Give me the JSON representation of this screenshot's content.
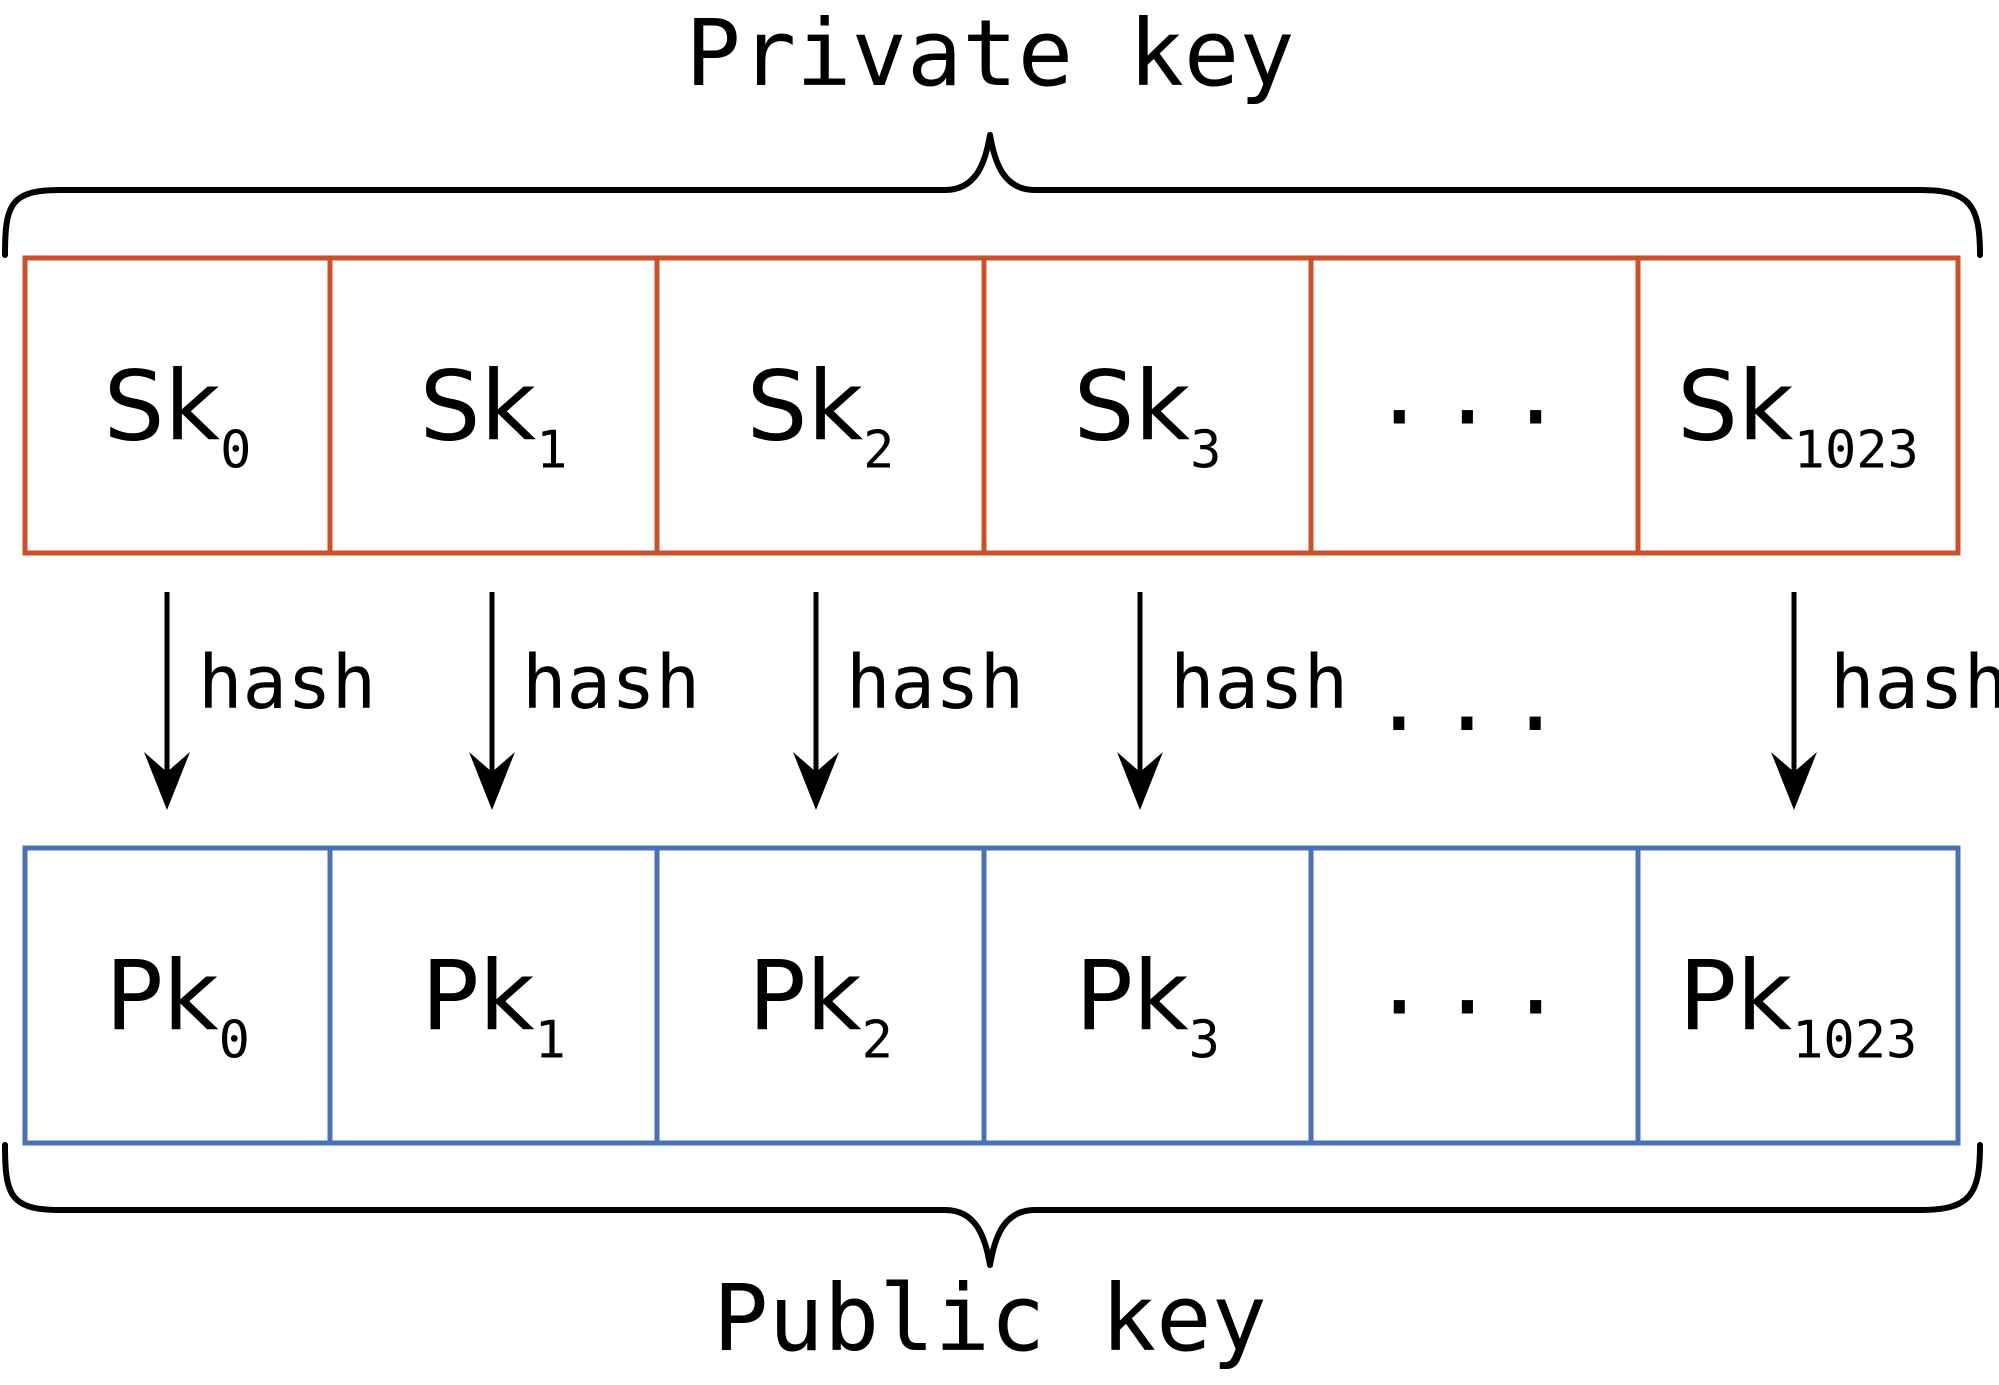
{
  "private_key": {
    "label": "Private key",
    "border_color": "#C8502A",
    "cells": [
      {
        "base": "Sk",
        "sub": "0"
      },
      {
        "base": "Sk",
        "sub": "1"
      },
      {
        "base": "Sk",
        "sub": "2"
      },
      {
        "base": "Sk",
        "sub": "3"
      },
      {
        "ellipsis": "..."
      },
      {
        "base": "Sk",
        "sub": "1023"
      }
    ]
  },
  "public_key": {
    "label": "Public key",
    "border_color": "#4A72B5",
    "cells": [
      {
        "base": "Pk",
        "sub": "0"
      },
      {
        "base": "Pk",
        "sub": "1"
      },
      {
        "base": "Pk",
        "sub": "2"
      },
      {
        "base": "Pk",
        "sub": "3"
      },
      {
        "ellipsis": "..."
      },
      {
        "base": "Pk",
        "sub": "1023"
      }
    ]
  },
  "arrows": {
    "labels": [
      "hash",
      "hash",
      "hash",
      "hash",
      "hash"
    ],
    "ellipsis": "...",
    "color": "#000000"
  }
}
